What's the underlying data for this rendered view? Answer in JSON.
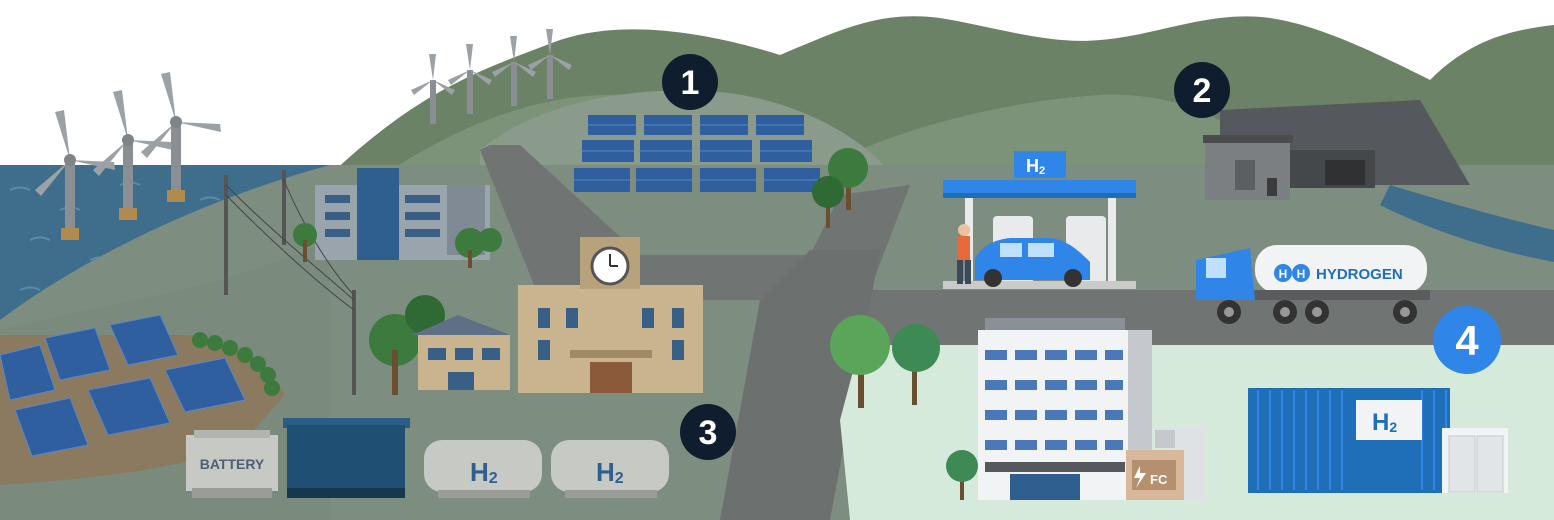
{
  "markers": [
    {
      "number": "1",
      "color": "#0f1d2e"
    },
    {
      "number": "2",
      "color": "#0f1d2e"
    },
    {
      "number": "3",
      "color": "#0f1d2e"
    },
    {
      "number": "4",
      "color": "#2f86e8"
    }
  ],
  "labels": {
    "battery": "BATTERY",
    "h2": "H",
    "h2_sub": "2",
    "truck_brand": "HYDROGEN",
    "truck_logo_letter": "H",
    "fuel_cell": "FC"
  },
  "colors": {
    "sea": "#3f6e8c",
    "mountain": "#6b8266",
    "land": "#7d8d80",
    "road": "#707472",
    "city_ground": "#d6eadb",
    "accent_blue": "#2f86e8",
    "container_blue": "#1f6fb8"
  },
  "icons": [
    "wind-turbine-icon",
    "solar-panel-icon",
    "clock-icon",
    "lightning-icon",
    "h2-icon"
  ]
}
